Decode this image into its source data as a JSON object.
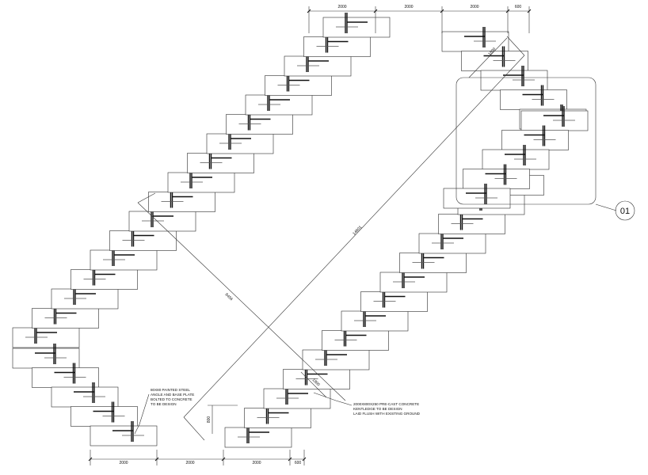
{
  "dimensions": {
    "top": [
      "2000",
      "2000",
      "2000",
      "600"
    ],
    "bottom": [
      "2000",
      "2000",
      "2000",
      "600"
    ],
    "diag_long": "14601",
    "diag_short": "8456",
    "block_width_top": "1800",
    "block_width_bottom": "1800",
    "end_offset": "800"
  },
  "notes": {
    "steel_angle": [
      "80X80 PAINTED STEEL",
      "ANGLE AND BASE PLATE",
      "BOLTED TO CONCRETE",
      "TO BE DESIGN"
    ],
    "kentledge": [
      "2000X800X250 PRE-CAST CONCRETE",
      "KENTLEDGE TO BE DESIGN",
      "LAID FLUSH WITH EXISTING GROUND"
    ]
  },
  "detail_tag": "01",
  "colors": {
    "line": "#2b2b2b",
    "fill": "#ffffff",
    "steel": "#111111"
  }
}
